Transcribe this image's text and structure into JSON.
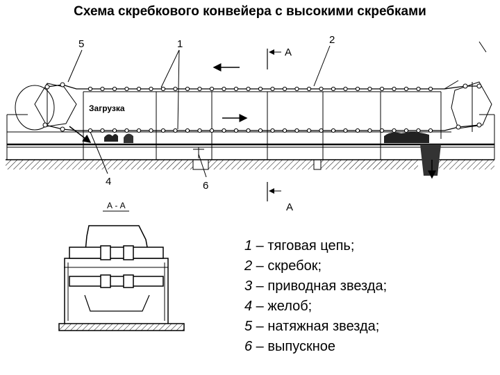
{
  "title": "Схема скребкового конвейера с высокими скребками",
  "labels": {
    "n1": "1",
    "n2": "2",
    "n4": "4",
    "n5": "5",
    "n6": "6",
    "loading": "Загрузка",
    "section_top": "А",
    "section_bottom": "А",
    "section_view": "А - А"
  },
  "legend": [
    {
      "num": "1",
      "text": " – тяговая цепь;"
    },
    {
      "num": "2",
      "text": " – скребок;"
    },
    {
      "num": "3",
      "text": " – приводная звезда;"
    },
    {
      "num": "4",
      "text": " – желоб;"
    },
    {
      "num": "5",
      "text": " – натяжная звезда;"
    },
    {
      "num": "6",
      "text": " – выпускное"
    }
  ]
}
